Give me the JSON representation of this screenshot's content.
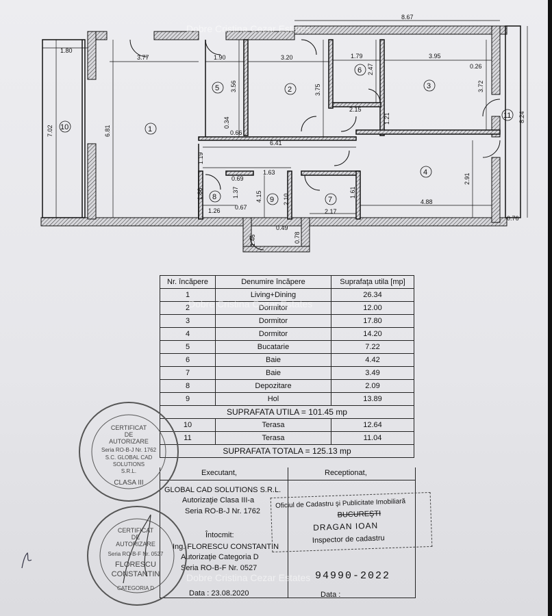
{
  "watermark": "Dobre Cristina Cezar Estates",
  "plan": {
    "dims": {
      "d180": "1.80",
      "d377": "3.77",
      "d190": "1.90",
      "d320": "3.20",
      "d179": "1.79",
      "d395": "3.95",
      "d867": "8.67",
      "d026": "0.26",
      "d702": "7.02",
      "d681": "6.81",
      "d356": "3.56",
      "d375": "3.75",
      "d247": "2.47",
      "d372": "3.72",
      "d824": "8.24",
      "d215": "2.15",
      "d121": "1.21",
      "d034": "0.34",
      "d066": "0.66",
      "d641": "6.41",
      "d119": "1.19",
      "d069": "0.69",
      "d137": "1.37",
      "d163": "1.63",
      "d166": "1.66",
      "d415": "4.15",
      "d210": "2.10",
      "d161": "1.61",
      "d291": "2.91",
      "d126": "1.26",
      "d067": "0.67",
      "d217": "2.17",
      "d488": "4.88",
      "d049": "0.49",
      "d146": "1.46",
      "d078": "0.78",
      "d076": "0.76"
    },
    "room_numbers": [
      "1",
      "2",
      "3",
      "4",
      "5",
      "6",
      "7",
      "8",
      "9",
      "10",
      "11"
    ]
  },
  "table": {
    "headers": [
      "Nr. încăpere",
      "Denumire încăpere",
      "Suprafaţa utila [mp]"
    ],
    "rows": [
      [
        "1",
        "Living+Dining",
        "26.34"
      ],
      [
        "2",
        "Dormitor",
        "12.00"
      ],
      [
        "3",
        "Dormitor",
        "17.80"
      ],
      [
        "4",
        "Dormitor",
        "14.20"
      ],
      [
        "5",
        "Bucatarie",
        "7.22"
      ],
      [
        "6",
        "Baie",
        "4.42"
      ],
      [
        "7",
        "Baie",
        "3.49"
      ],
      [
        "8",
        "Depozitare",
        "2.09"
      ],
      [
        "9",
        "Hol",
        "13.89"
      ]
    ],
    "subtotal": "SUPRAFATA UTILA = 101.45 mp",
    "terrace_rows": [
      [
        "10",
        "Terasa",
        "12.64"
      ],
      [
        "11",
        "Terasa",
        "11.04"
      ]
    ],
    "total": "SUPRAFATA TOTALA = 125.13 mp"
  },
  "signatures": {
    "executant": "Executant,",
    "receptionat": "Receptionat,",
    "company": "GLOBAL CAD SOLUTIONS S.R.L.",
    "authorization": "Autorizaţie Clasa III-a",
    "series": "Seria RO-B-J Nr. 1762",
    "drawn_by": "Întocmit:",
    "engineer": "Ing. FLORESCU CONSTANTIN",
    "eng_authorization": "Autorizaţie Categoria D",
    "eng_series": "Seria RO-B-F Nr. 0527",
    "date": "Data : 23.08.2020",
    "office": "Oficiul de Cadastru şi Publicitate Imobiliară",
    "city": "BUCUREŞTI",
    "inspector_name": "DRAGAN IOAN",
    "inspector_role": "Inspector de cadastru",
    "registry": "94990-2022",
    "date_right": "Data :"
  },
  "stamps": {
    "stamp1_lines": [
      "CERTIFICAT",
      "DE",
      "AUTORIZARE",
      "Seria RO-B-J Nr. 1762",
      "S.C. GLOBAL CAD",
      "SOLUTIONS",
      "S.R.L.",
      "CLASA III"
    ],
    "stamp2_lines": [
      "CERTIFICAT",
      "DE",
      "AUTORIZARE",
      "Seria RO-B-F Nr. 0527",
      "FLORESCU",
      "CONSTANTIN",
      "CATEGORIA D"
    ]
  }
}
